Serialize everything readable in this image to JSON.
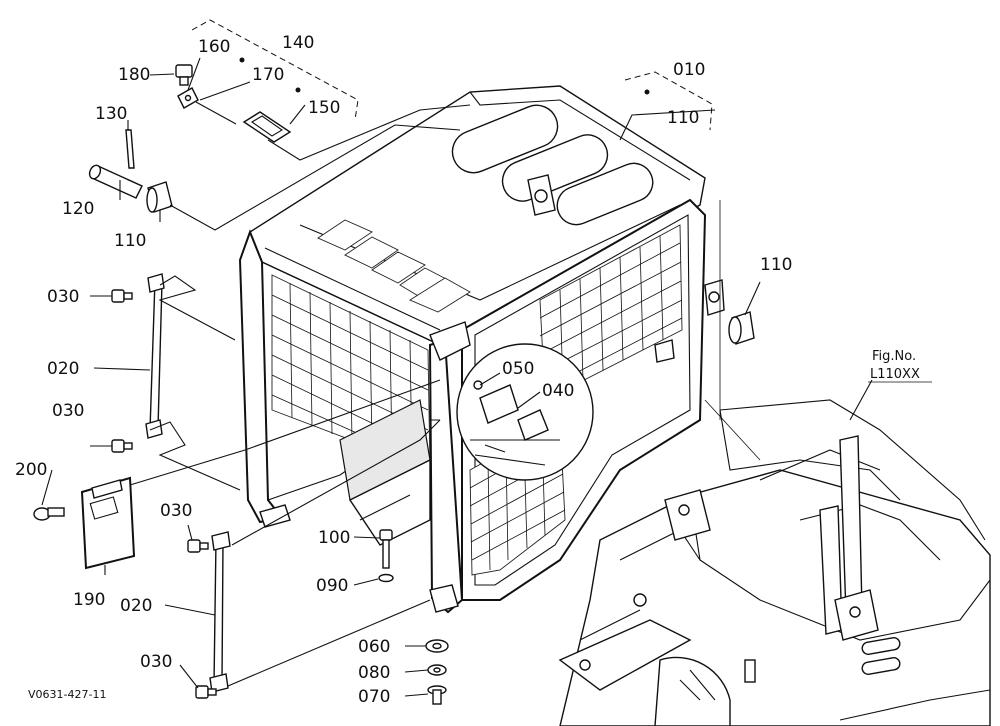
{
  "labels": {
    "p160": "160",
    "p140": "140",
    "p180": "180",
    "p170": "170",
    "p150": "150",
    "p130": "130",
    "p120": "120",
    "p110a": "110",
    "p010": "010",
    "p110b": "110",
    "p110c": "110",
    "p030a": "030",
    "p020a": "020",
    "p030b": "030",
    "p200": "200",
    "p190": "190",
    "p030c": "030",
    "p020b": "020",
    "p030d": "030",
    "p050": "050",
    "p040": "040",
    "p100": "100",
    "p090": "090",
    "p060": "060",
    "p080": "080",
    "p070": "070"
  },
  "fig_ref": {
    "line1": "Fig.No.",
    "line2": "L110XX"
  },
  "drawing_code": "V0631-427-11"
}
